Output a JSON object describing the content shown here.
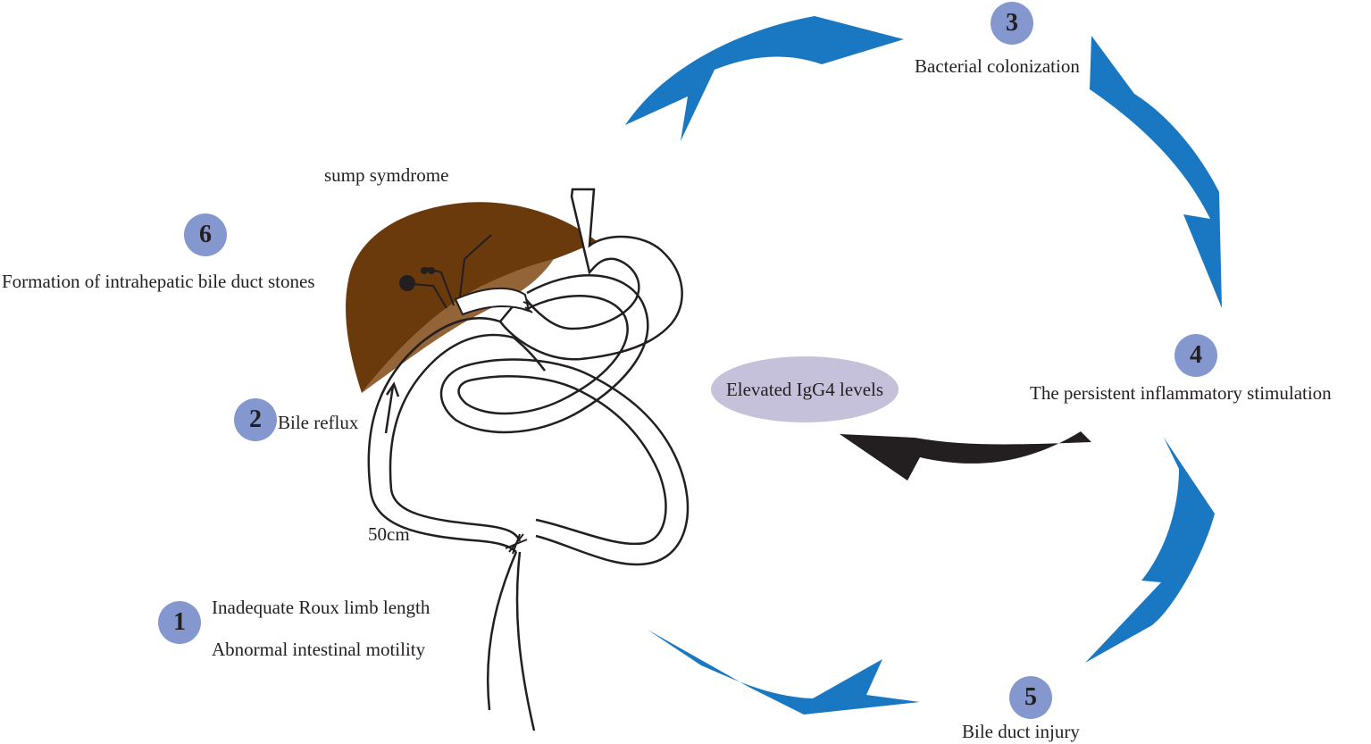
{
  "figure": {
    "labels": {
      "sump": "sump symdrome",
      "stones": "Formation of intrahepatic bile duct stones",
      "bile_reflux": "Bile reflux",
      "limb_length": "50cm",
      "roux_limb": "Inadequate Roux limb length",
      "motility": "Abnormal intestinal motility",
      "bacterial": "Bacterial colonization",
      "inflammation": "The persistent inflammatory stimulation",
      "igg4": "Elevated IgG4 levels",
      "injury": "Bile duct injury"
    },
    "steps": [
      "1",
      "2",
      "3",
      "4",
      "5",
      "6"
    ],
    "colors": {
      "cycle_arrow": "#1a78c2",
      "side_arrow": "#231f20",
      "badge": "#8497cf",
      "liver": "#6b3a0c",
      "liver_shadow": "#936438",
      "oval": "#c6c1db"
    },
    "icons": [
      "cycle-arrow",
      "curved-arrow",
      "liver",
      "stomach",
      "intestine"
    ]
  }
}
